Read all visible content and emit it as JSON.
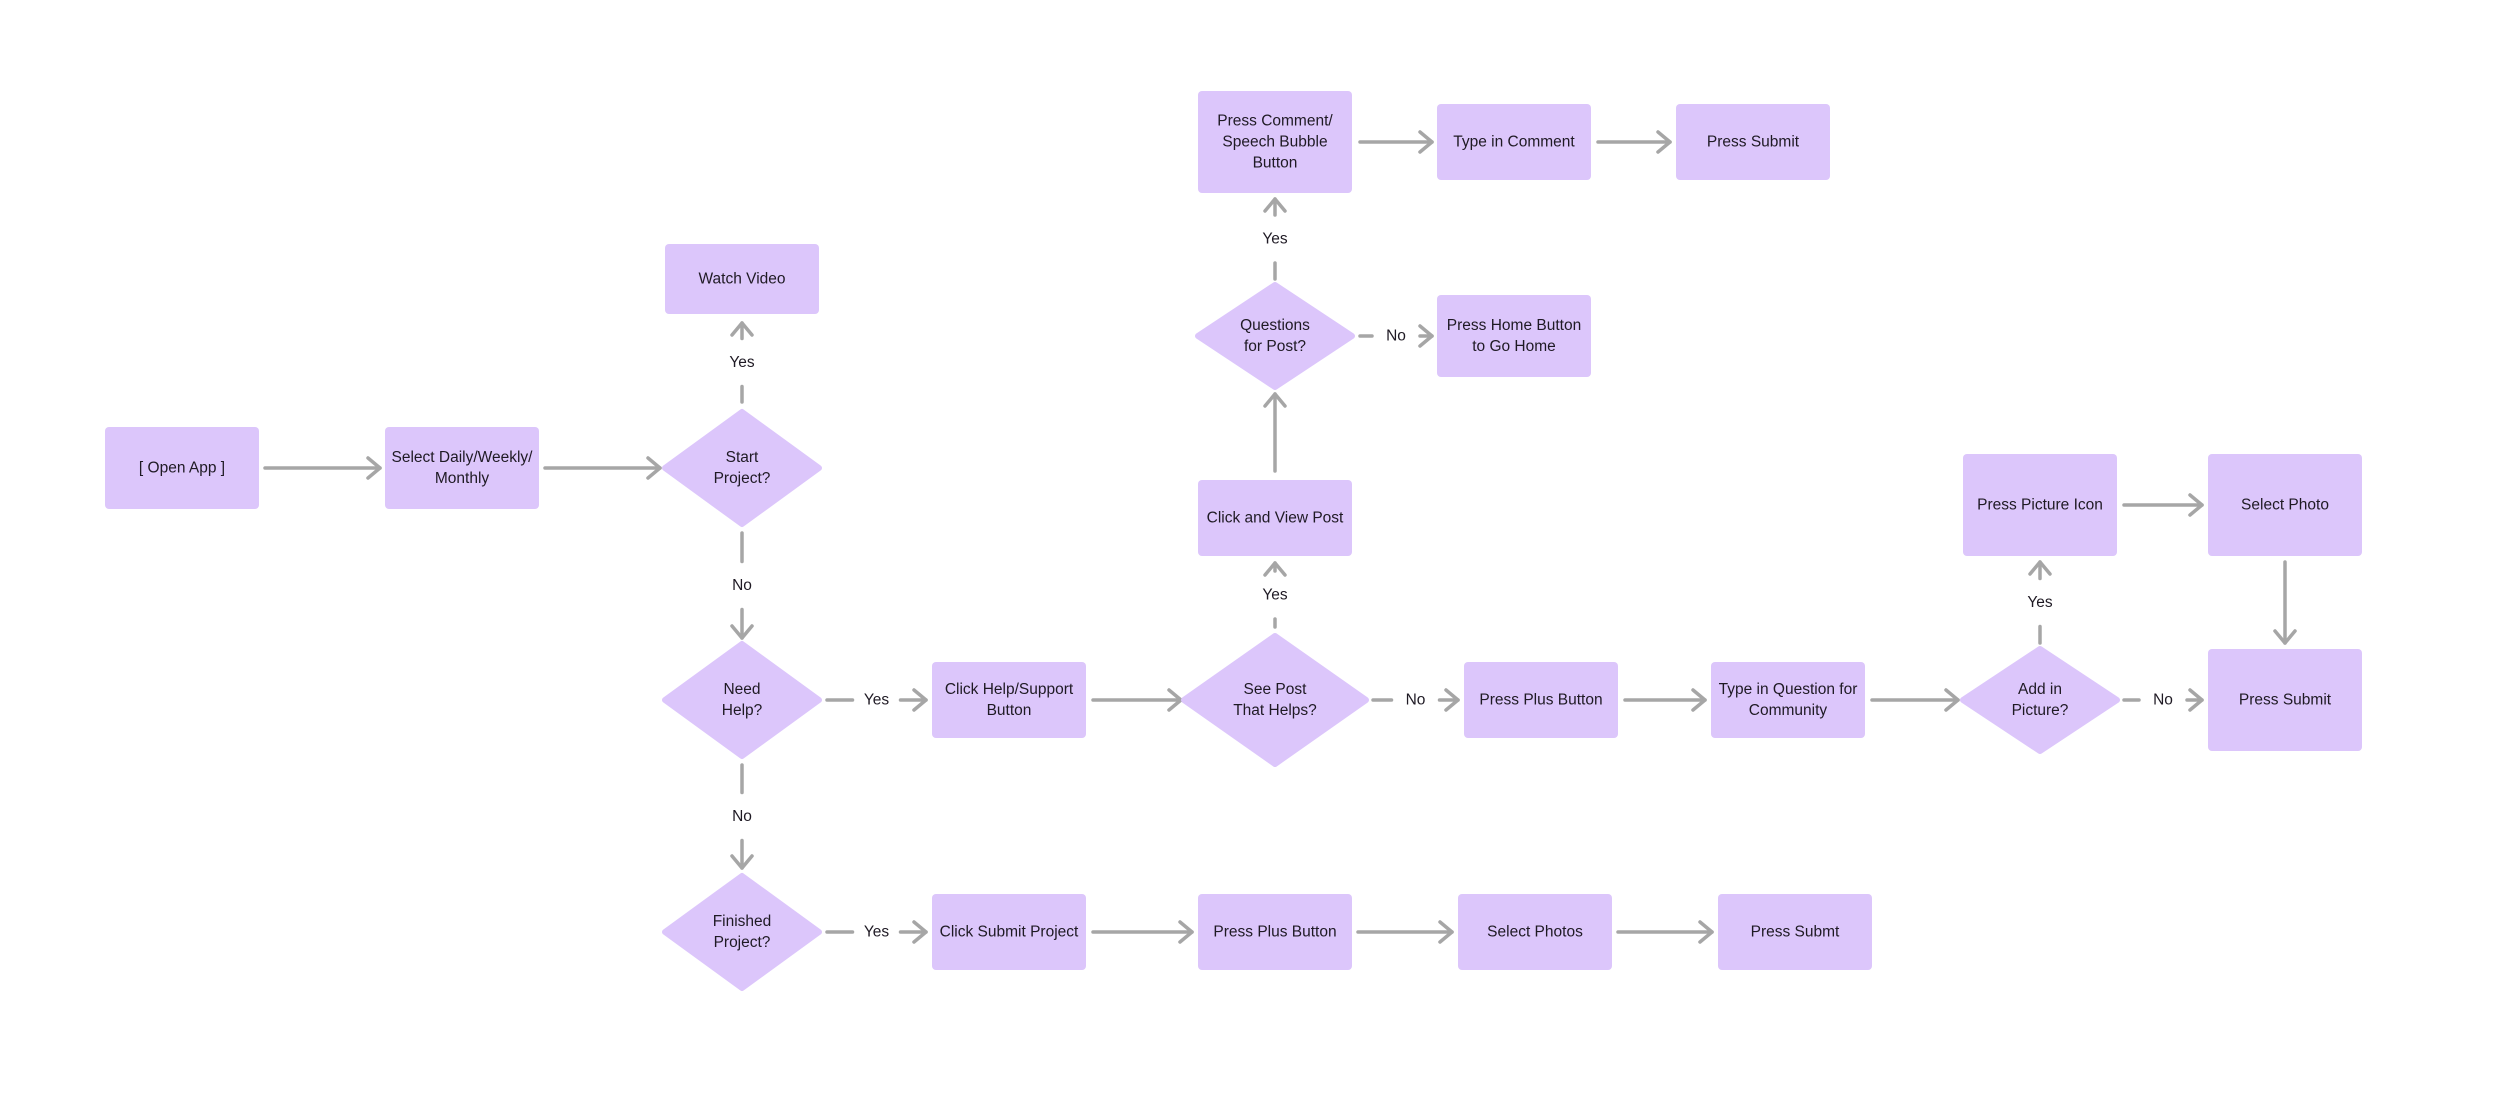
{
  "diagram": {
    "colors": {
      "node_fill": "#dcc6fb",
      "edge": "#a6a6a6",
      "text": "#1f1a24",
      "background": "#ffffff"
    },
    "nodes": [
      {
        "id": "open-app",
        "shape": "rect",
        "lines": [
          "[ Open App ]"
        ]
      },
      {
        "id": "select-period",
        "shape": "rect",
        "lines": [
          "Select Daily/Weekly/",
          "Monthly"
        ]
      },
      {
        "id": "start-project",
        "shape": "diamond",
        "lines": [
          "Start",
          "Project?"
        ]
      },
      {
        "id": "watch-video",
        "shape": "rect",
        "lines": [
          "Watch Video"
        ]
      },
      {
        "id": "need-help",
        "shape": "diamond",
        "lines": [
          "Need",
          "Help?"
        ]
      },
      {
        "id": "finished-project",
        "shape": "diamond",
        "lines": [
          "Finished",
          "Project?"
        ]
      },
      {
        "id": "click-help-support",
        "shape": "rect",
        "lines": [
          "Click Help/Support",
          "Button"
        ]
      },
      {
        "id": "see-post",
        "shape": "diamond",
        "lines": [
          "See Post",
          "That Helps?"
        ]
      },
      {
        "id": "click-view-post",
        "shape": "rect",
        "lines": [
          "Click and View Post"
        ]
      },
      {
        "id": "questions-for-post",
        "shape": "diamond",
        "lines": [
          "Questions",
          "for Post?"
        ]
      },
      {
        "id": "press-comment",
        "shape": "rect",
        "lines": [
          "Press Comment/",
          "Speech Bubble",
          "Button"
        ]
      },
      {
        "id": "type-comment",
        "shape": "rect",
        "lines": [
          "Type in Comment"
        ]
      },
      {
        "id": "press-submit-top",
        "shape": "rect",
        "lines": [
          "Press Submit"
        ]
      },
      {
        "id": "press-home",
        "shape": "rect",
        "lines": [
          "Press Home Button",
          "to Go Home"
        ]
      },
      {
        "id": "press-plus-mid",
        "shape": "rect",
        "lines": [
          "Press Plus Button"
        ]
      },
      {
        "id": "type-question",
        "shape": "rect",
        "lines": [
          "Type in Question for",
          "Community"
        ]
      },
      {
        "id": "add-picture",
        "shape": "diamond",
        "lines": [
          "Add in",
          "Picture?"
        ]
      },
      {
        "id": "press-picture-icon",
        "shape": "rect",
        "lines": [
          "Press Picture Icon"
        ]
      },
      {
        "id": "select-photo",
        "shape": "rect",
        "lines": [
          "Select Photo"
        ]
      },
      {
        "id": "press-submit-right",
        "shape": "rect",
        "lines": [
          "Press Submit"
        ]
      },
      {
        "id": "click-submit-project",
        "shape": "rect",
        "lines": [
          "Click Submit Project"
        ]
      },
      {
        "id": "press-plus-bottom",
        "shape": "rect",
        "lines": [
          "Press Plus Button"
        ]
      },
      {
        "id": "select-photos",
        "shape": "rect",
        "lines": [
          "Select Photos"
        ]
      },
      {
        "id": "press-submt",
        "shape": "rect",
        "lines": [
          "Press Submt"
        ]
      }
    ],
    "edges": [
      {
        "from": "open-app",
        "to": "select-period",
        "label": ""
      },
      {
        "from": "select-period",
        "to": "start-project",
        "label": ""
      },
      {
        "from": "start-project",
        "to": "watch-video",
        "label": "Yes"
      },
      {
        "from": "start-project",
        "to": "need-help",
        "label": "No"
      },
      {
        "from": "need-help",
        "to": "click-help-support",
        "label": "Yes"
      },
      {
        "from": "need-help",
        "to": "finished-project",
        "label": "No"
      },
      {
        "from": "click-help-support",
        "to": "see-post",
        "label": ""
      },
      {
        "from": "see-post",
        "to": "click-view-post",
        "label": "Yes"
      },
      {
        "from": "click-view-post",
        "to": "questions-for-post",
        "label": ""
      },
      {
        "from": "questions-for-post",
        "to": "press-comment",
        "label": "Yes"
      },
      {
        "from": "press-comment",
        "to": "type-comment",
        "label": ""
      },
      {
        "from": "type-comment",
        "to": "press-submit-top",
        "label": ""
      },
      {
        "from": "questions-for-post",
        "to": "press-home",
        "label": "No"
      },
      {
        "from": "see-post",
        "to": "press-plus-mid",
        "label": "No"
      },
      {
        "from": "press-plus-mid",
        "to": "type-question",
        "label": ""
      },
      {
        "from": "type-question",
        "to": "add-picture",
        "label": ""
      },
      {
        "from": "add-picture",
        "to": "press-picture-icon",
        "label": "Yes"
      },
      {
        "from": "press-picture-icon",
        "to": "select-photo",
        "label": ""
      },
      {
        "from": "select-photo",
        "to": "press-submit-right",
        "label": ""
      },
      {
        "from": "add-picture",
        "to": "press-submit-right",
        "label": "No"
      },
      {
        "from": "finished-project",
        "to": "click-submit-project",
        "label": "Yes"
      },
      {
        "from": "click-submit-project",
        "to": "press-plus-bottom",
        "label": ""
      },
      {
        "from": "press-plus-bottom",
        "to": "select-photos",
        "label": ""
      },
      {
        "from": "select-photos",
        "to": "press-submt",
        "label": ""
      }
    ]
  }
}
